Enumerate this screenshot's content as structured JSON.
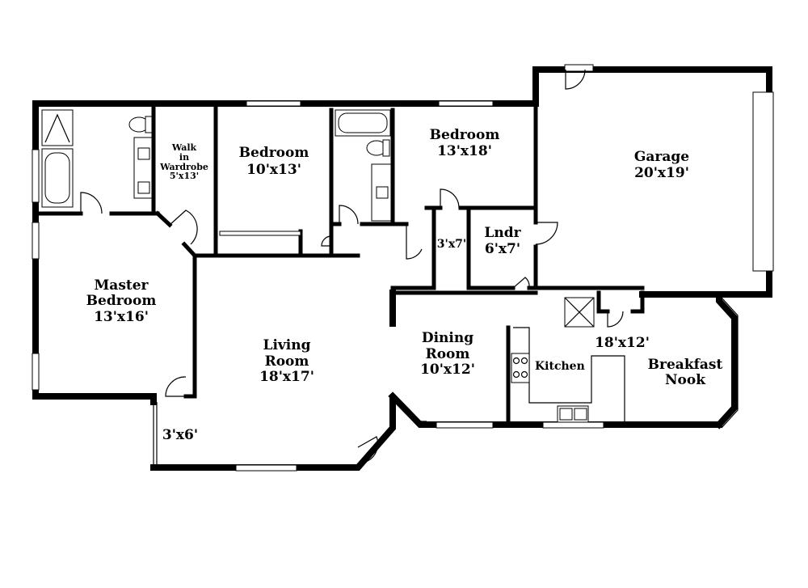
{
  "rooms": {
    "walk_in_wardrobe": {
      "line1": "Walk",
      "line2": "in",
      "line3": "Wardrobe",
      "dims": "5'x13'"
    },
    "bedroom_left": {
      "name": "Bedroom",
      "dims": "10'x13'"
    },
    "bedroom_right": {
      "name": "Bedroom",
      "dims": "13'x18'"
    },
    "garage": {
      "name": "Garage",
      "dims": "20'x19'"
    },
    "closet_small": {
      "dims": "3'x7'"
    },
    "laundry": {
      "name": "Lndr",
      "dims": "6'x7'"
    },
    "master_bedroom": {
      "line1": "Master",
      "line2": "Bedroom",
      "dims": "13'x16'"
    },
    "living_room": {
      "line1": "Living",
      "line2": "Room",
      "dims": "18'x17'"
    },
    "dining_room": {
      "line1": "Dining",
      "line2": "Room",
      "dims": "10'x12'"
    },
    "kitchen": {
      "name": "Kitchen",
      "dims": "18'x12'"
    },
    "breakfast_nook": {
      "line1": "Breakfast",
      "line2": "Nook"
    },
    "porch": {
      "dims": "3'x6'"
    }
  }
}
